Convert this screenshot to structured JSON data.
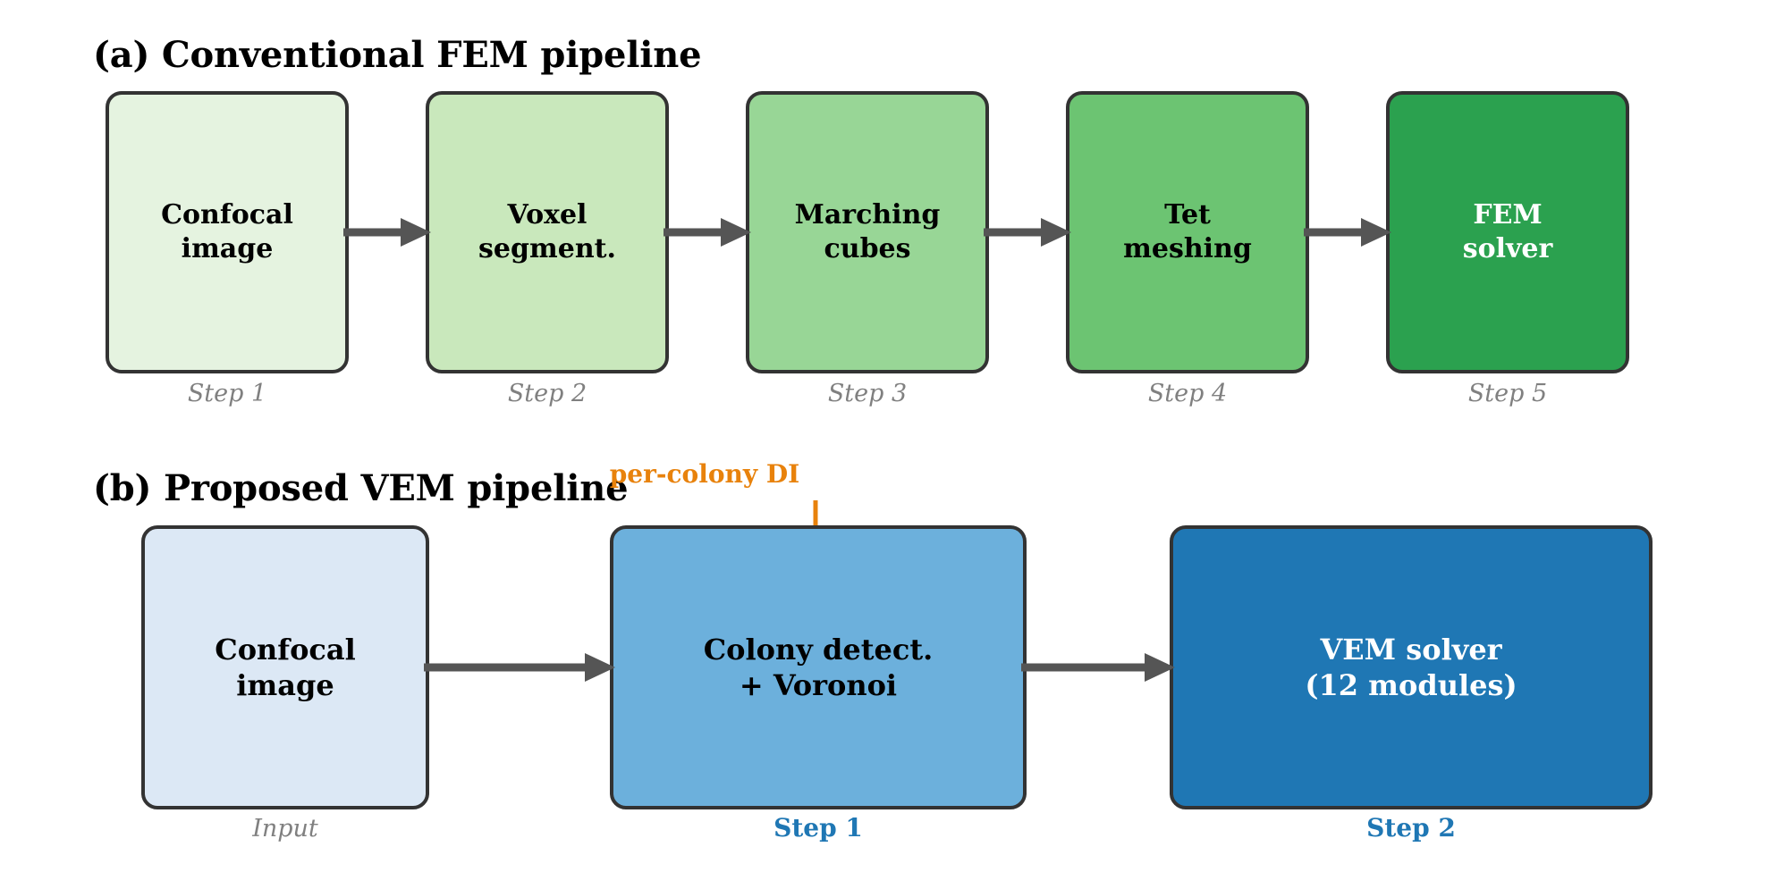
{
  "figure": {
    "panels": [
      {
        "id": "a",
        "title": "(a) Conventional FEM pipeline",
        "caption_style": "italic-gray",
        "nodes": [
          {
            "label": "Confocal\nimage",
            "caption": "Step 1",
            "fill": "#e5f3e0",
            "text_color": "#000000"
          },
          {
            "label": "Voxel\nsegment.",
            "caption": "Step 2",
            "fill": "#c9e8bc",
            "text_color": "#000000"
          },
          {
            "label": "Marching\ncubes",
            "caption": "Step 3",
            "fill": "#98d696",
            "text_color": "#000000"
          },
          {
            "label": "Tet\nmeshing",
            "caption": "Step 4",
            "fill": "#6cc472",
            "text_color": "#000000"
          },
          {
            "label": "FEM\nsolver",
            "caption": "Step 5",
            "fill": "#2ba14f",
            "text_color": "#ffffff"
          }
        ]
      },
      {
        "id": "b",
        "title": "(b) Proposed VEM pipeline",
        "caption_style": "bold-blue",
        "nodes": [
          {
            "label": "Confocal\nimage",
            "caption": "Input",
            "fill": "#dce8f5",
            "text_color": "#000000",
            "caption_kind": "muted"
          },
          {
            "label": "Colony detect.\n+ Voronoi",
            "caption": "Step 1",
            "fill": "#6cb0dc",
            "text_color": "#000000",
            "caption_kind": "accent"
          },
          {
            "label": "VEM solver\n(12 modules)",
            "caption": "Step 2",
            "fill": "#1f77b4",
            "text_color": "#ffffff",
            "caption_kind": "accent"
          }
        ],
        "annotation": {
          "label": "per-colony DI",
          "color": "#e8820c",
          "target_node_index": 1,
          "direction": "down"
        }
      }
    ],
    "colors": {
      "border": "#333333",
      "arrow": "#555555",
      "accent_blue": "#1f77b4",
      "accent_orange": "#e8820c",
      "muted_gray": "#808080",
      "background": "#ffffff"
    },
    "arrows": {
      "row_a_count": 4,
      "row_b_count": 2,
      "style": "solid-triangle-head"
    }
  }
}
